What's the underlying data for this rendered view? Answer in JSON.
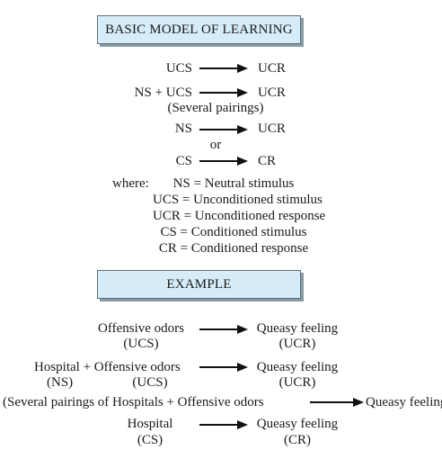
{
  "model": {
    "title": "BASIC MODEL OF LEARNING",
    "row1": {
      "left": "UCS",
      "right": "UCR"
    },
    "row2": {
      "left": "NS + UCS",
      "right": "UCR",
      "note": "(Several pairings)"
    },
    "row3": {
      "left": "NS",
      "right": "UCR"
    },
    "or": "or",
    "row4": {
      "left": "CS",
      "right": "CR"
    },
    "where_label": "where:",
    "definitions": [
      "NS = Neutral stimulus",
      "UCS = Unconditioned stimulus",
      "UCR = Unconditioned response",
      "CS = Conditioned  stimulus",
      "CR = Conditioned response"
    ]
  },
  "example": {
    "title": "EXAMPLE",
    "row1": {
      "left": "Offensive odors",
      "left_sub": "(UCS)",
      "right": "Queasy feeling",
      "right_sub": "(UCR)"
    },
    "row2": {
      "left_a": "Hospital + Offensive odors",
      "left_a_sub": "(NS)",
      "left_b_sub": "(UCS)",
      "right": "Queasy feeling",
      "right_sub": "(UCR)"
    },
    "row3": {
      "left": "(Several pairings of Hospitals + Offensive odors",
      "right": "Queasy feeling)"
    },
    "row4": {
      "left": "Hospital",
      "left_sub": "(CS)",
      "right": "Queasy feeling",
      "right_sub": "(CR)"
    }
  }
}
